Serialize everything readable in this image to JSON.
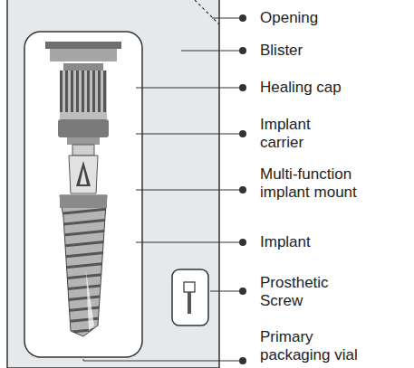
{
  "diagram": {
    "labels": [
      "Opening",
      "Blister",
      "Healing cap",
      "Implant carrier",
      "Multi-function implant mount",
      "Implant",
      "Prosthetic Screw",
      "Primary packaging vial"
    ]
  }
}
